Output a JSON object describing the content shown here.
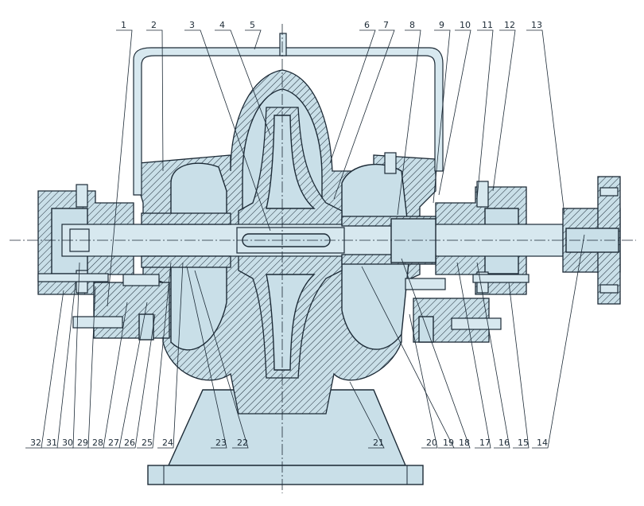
{
  "callouts": {
    "top": [
      "1",
      "2",
      "3",
      "4",
      "5",
      "6",
      "7",
      "8",
      "9",
      "10",
      "11",
      "12",
      "13"
    ],
    "bottom": [
      "32",
      "31",
      "30",
      "29",
      "28",
      "27",
      "26",
      "25",
      "24",
      "23",
      "22",
      "21",
      "20",
      "19",
      "18",
      "17",
      "16",
      "15",
      "14"
    ]
  },
  "colors": {
    "casing_fill": "#c9dfe8",
    "line": "#1c2a36"
  }
}
